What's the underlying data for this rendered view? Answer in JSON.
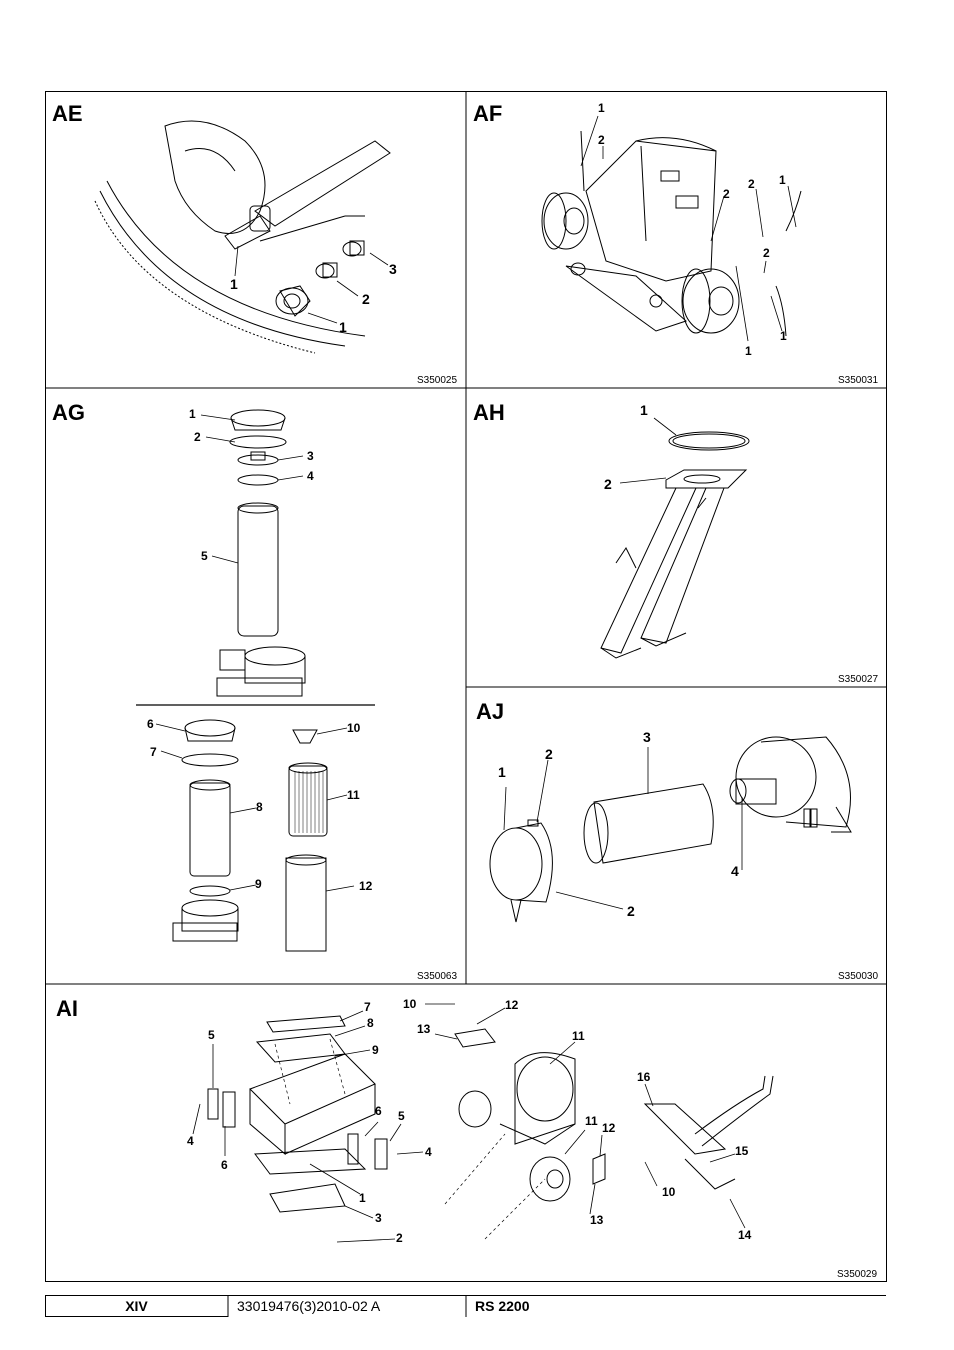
{
  "panels": {
    "ae": {
      "label": "AE",
      "code": "S350025",
      "callouts": [
        "1",
        "3",
        "2",
        "1"
      ]
    },
    "af": {
      "label": "AF",
      "code": "S350031",
      "callouts": [
        "1",
        "2",
        "2",
        "2",
        "1",
        "2",
        "1",
        "1"
      ]
    },
    "ag": {
      "label": "AG",
      "code": "S350063",
      "callouts": [
        "1",
        "2",
        "3",
        "4",
        "5",
        "6",
        "7",
        "8",
        "9",
        "10",
        "11",
        "12"
      ]
    },
    "ah": {
      "label": "AH",
      "code": "S350027",
      "callouts": [
        "1",
        "2"
      ]
    },
    "aj": {
      "label": "AJ",
      "code": "S350030",
      "callouts": [
        "3",
        "2",
        "1",
        "4",
        "2"
      ]
    },
    "ai": {
      "label": "AI",
      "code": "S350029",
      "callouts": [
        "7",
        "8",
        "9",
        "5",
        "6",
        "5",
        "4",
        "4",
        "6",
        "1",
        "3",
        "2",
        "10",
        "12",
        "13",
        "11",
        "11",
        "12",
        "13",
        "10",
        "16",
        "15",
        "14"
      ]
    }
  },
  "footer": {
    "page": "XIV",
    "doc": "33019476(3)2010-02 A",
    "model": "RS 2200"
  }
}
